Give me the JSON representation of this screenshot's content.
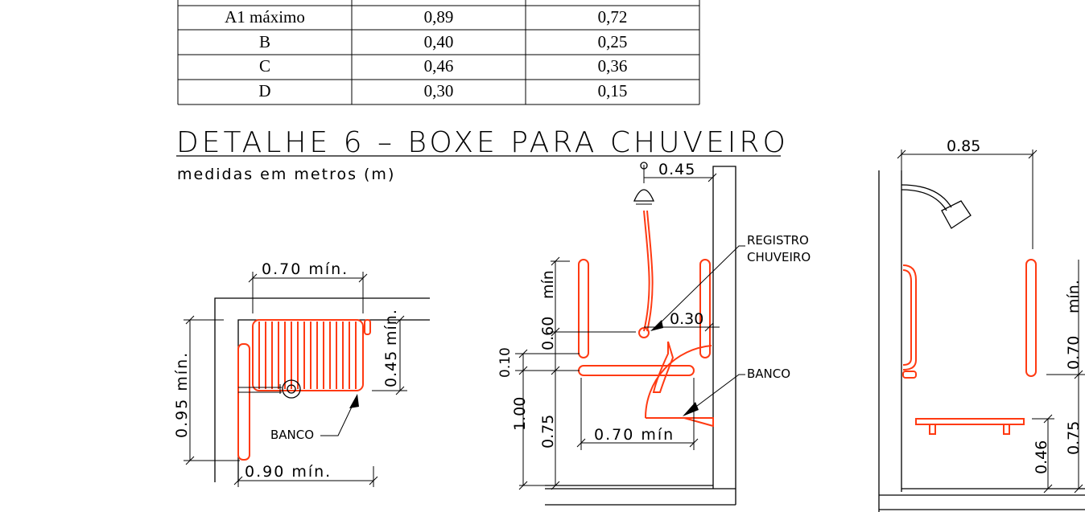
{
  "table": {
    "rows": [
      {
        "label": "A1 máximo",
        "col1": "0,89",
        "col2": "0,72"
      },
      {
        "label": "B",
        "col1": "0,40",
        "col2": "0,25"
      },
      {
        "label": "C",
        "col1": "0,46",
        "col2": "0,36"
      },
      {
        "label": "D",
        "col1": "0,30",
        "col2": "0,15"
      }
    ]
  },
  "detail": {
    "title": "DETALHE 6 – BOXE PARA CHUVEIRO",
    "subtitle": "medidas em metros (m)"
  },
  "plan": {
    "dim_top": "0.70 mín.",
    "dim_left": "0.95 mín.",
    "dim_right_a": "0.45",
    "dim_right_b": "mín.",
    "dim_bottom": "0.90 mín.",
    "label_banco": "BANCO"
  },
  "elevation_side": {
    "dim_shower": "0.45",
    "label_registro_1": "REGISTRO",
    "label_registro_2": "CHUVEIRO",
    "dim_reg": "0.30",
    "label_banco": "BANCO",
    "dim_060": "0.60",
    "dim_min_top": "mín",
    "dim_010": "0.10",
    "dim_100": "1.00",
    "dim_075": "0.75",
    "dim_070_min": "0.70 mín"
  },
  "elevation_front": {
    "dim_top": "0.85",
    "dim_070": "0.70",
    "dim_min": "mín.",
    "dim_075": "0.75",
    "dim_046": "0.46"
  }
}
